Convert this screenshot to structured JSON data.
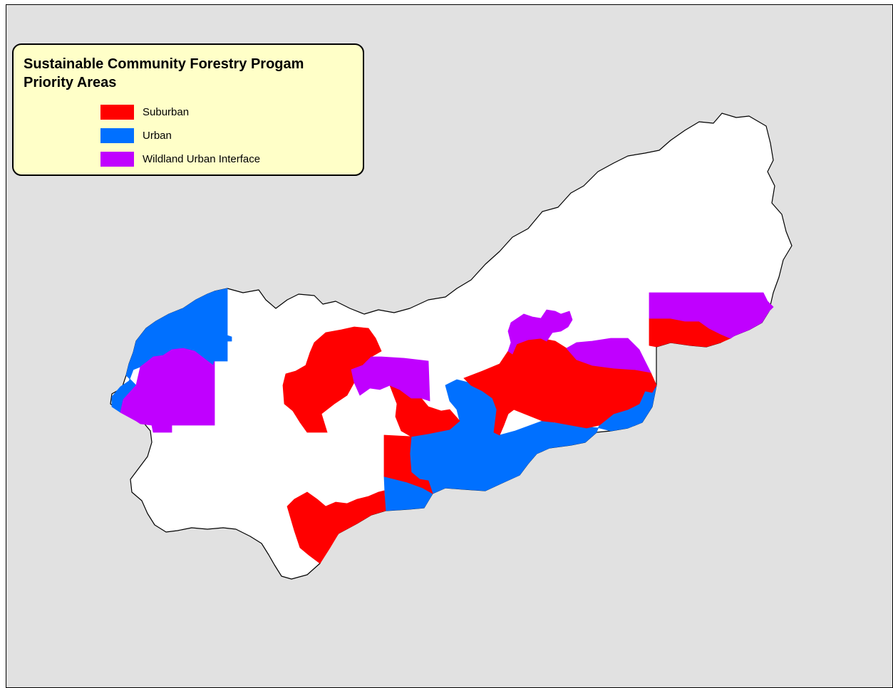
{
  "legend": {
    "title_line1": "Sustainable Community Forestry Progam",
    "title_line2": "Priority Areas",
    "items": [
      {
        "label": "Suburban",
        "color": "#ff0000"
      },
      {
        "label": "Urban",
        "color": "#0070ff"
      },
      {
        "label": "Wildland Urban Interface",
        "color": "#c000ff"
      }
    ]
  },
  "colors": {
    "background": "#e1e1e1",
    "region_fill": "#ffffff",
    "outline": "#000000",
    "legend_background": "#ffffc8"
  }
}
